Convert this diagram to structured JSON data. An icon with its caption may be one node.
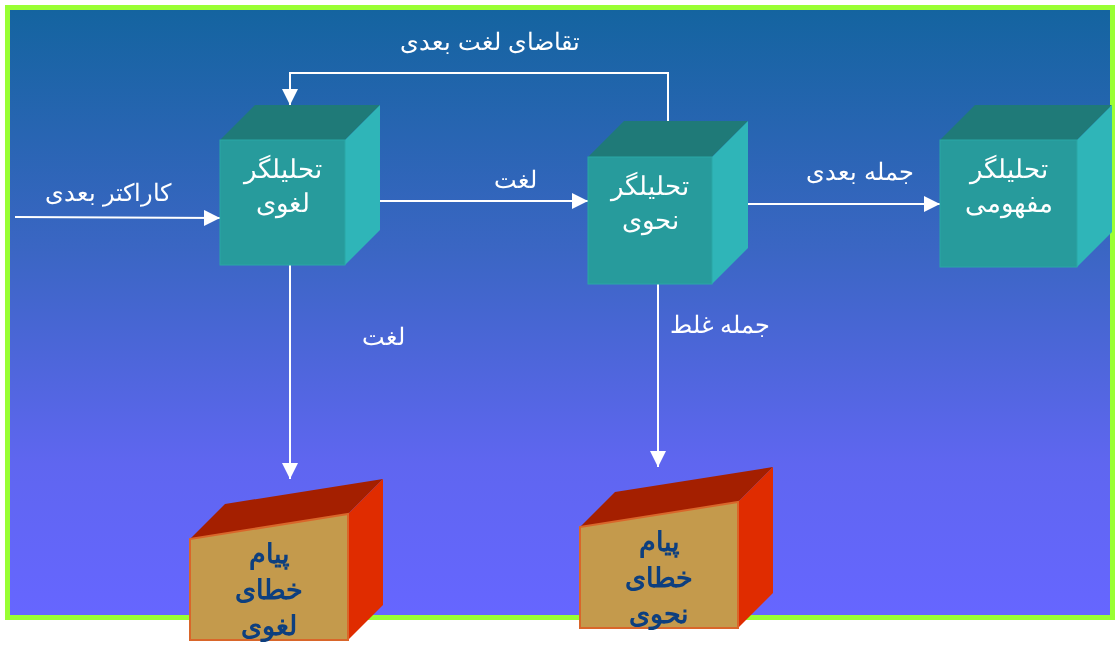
{
  "diagram": {
    "nodes": [
      {
        "text": [
          "تحلیلگر لغوی"
        ]
      },
      {
        "text": [
          "تحلیلگر نحوی"
        ]
      },
      {
        "text": [
          "تحلیلگر مفهومی"
        ]
      },
      {
        "text": [
          "پیام خطای لغوی"
        ]
      },
      {
        "text": [
          "پیام خطای نحوی"
        ]
      }
    ],
    "edges": [
      {
        "from": null,
        "to": 0,
        "arrow": "to",
        "label": "کاراکتر بعدی"
      },
      {
        "from": 0,
        "to": 1,
        "arrow": "to",
        "label": "لغت"
      },
      {
        "from": 1,
        "to": 0,
        "arrow": "to",
        "label": "تقاضای لغت بعدی"
      },
      {
        "from": 1,
        "to": 2,
        "arrow": "to",
        "label": "جمله بعدی"
      },
      {
        "from": 0,
        "to": 3,
        "arrow": "to",
        "label": "لغت"
      },
      {
        "from": 1,
        "to": 4,
        "arrow": "to",
        "label": "جمله غلط"
      }
    ]
  }
}
